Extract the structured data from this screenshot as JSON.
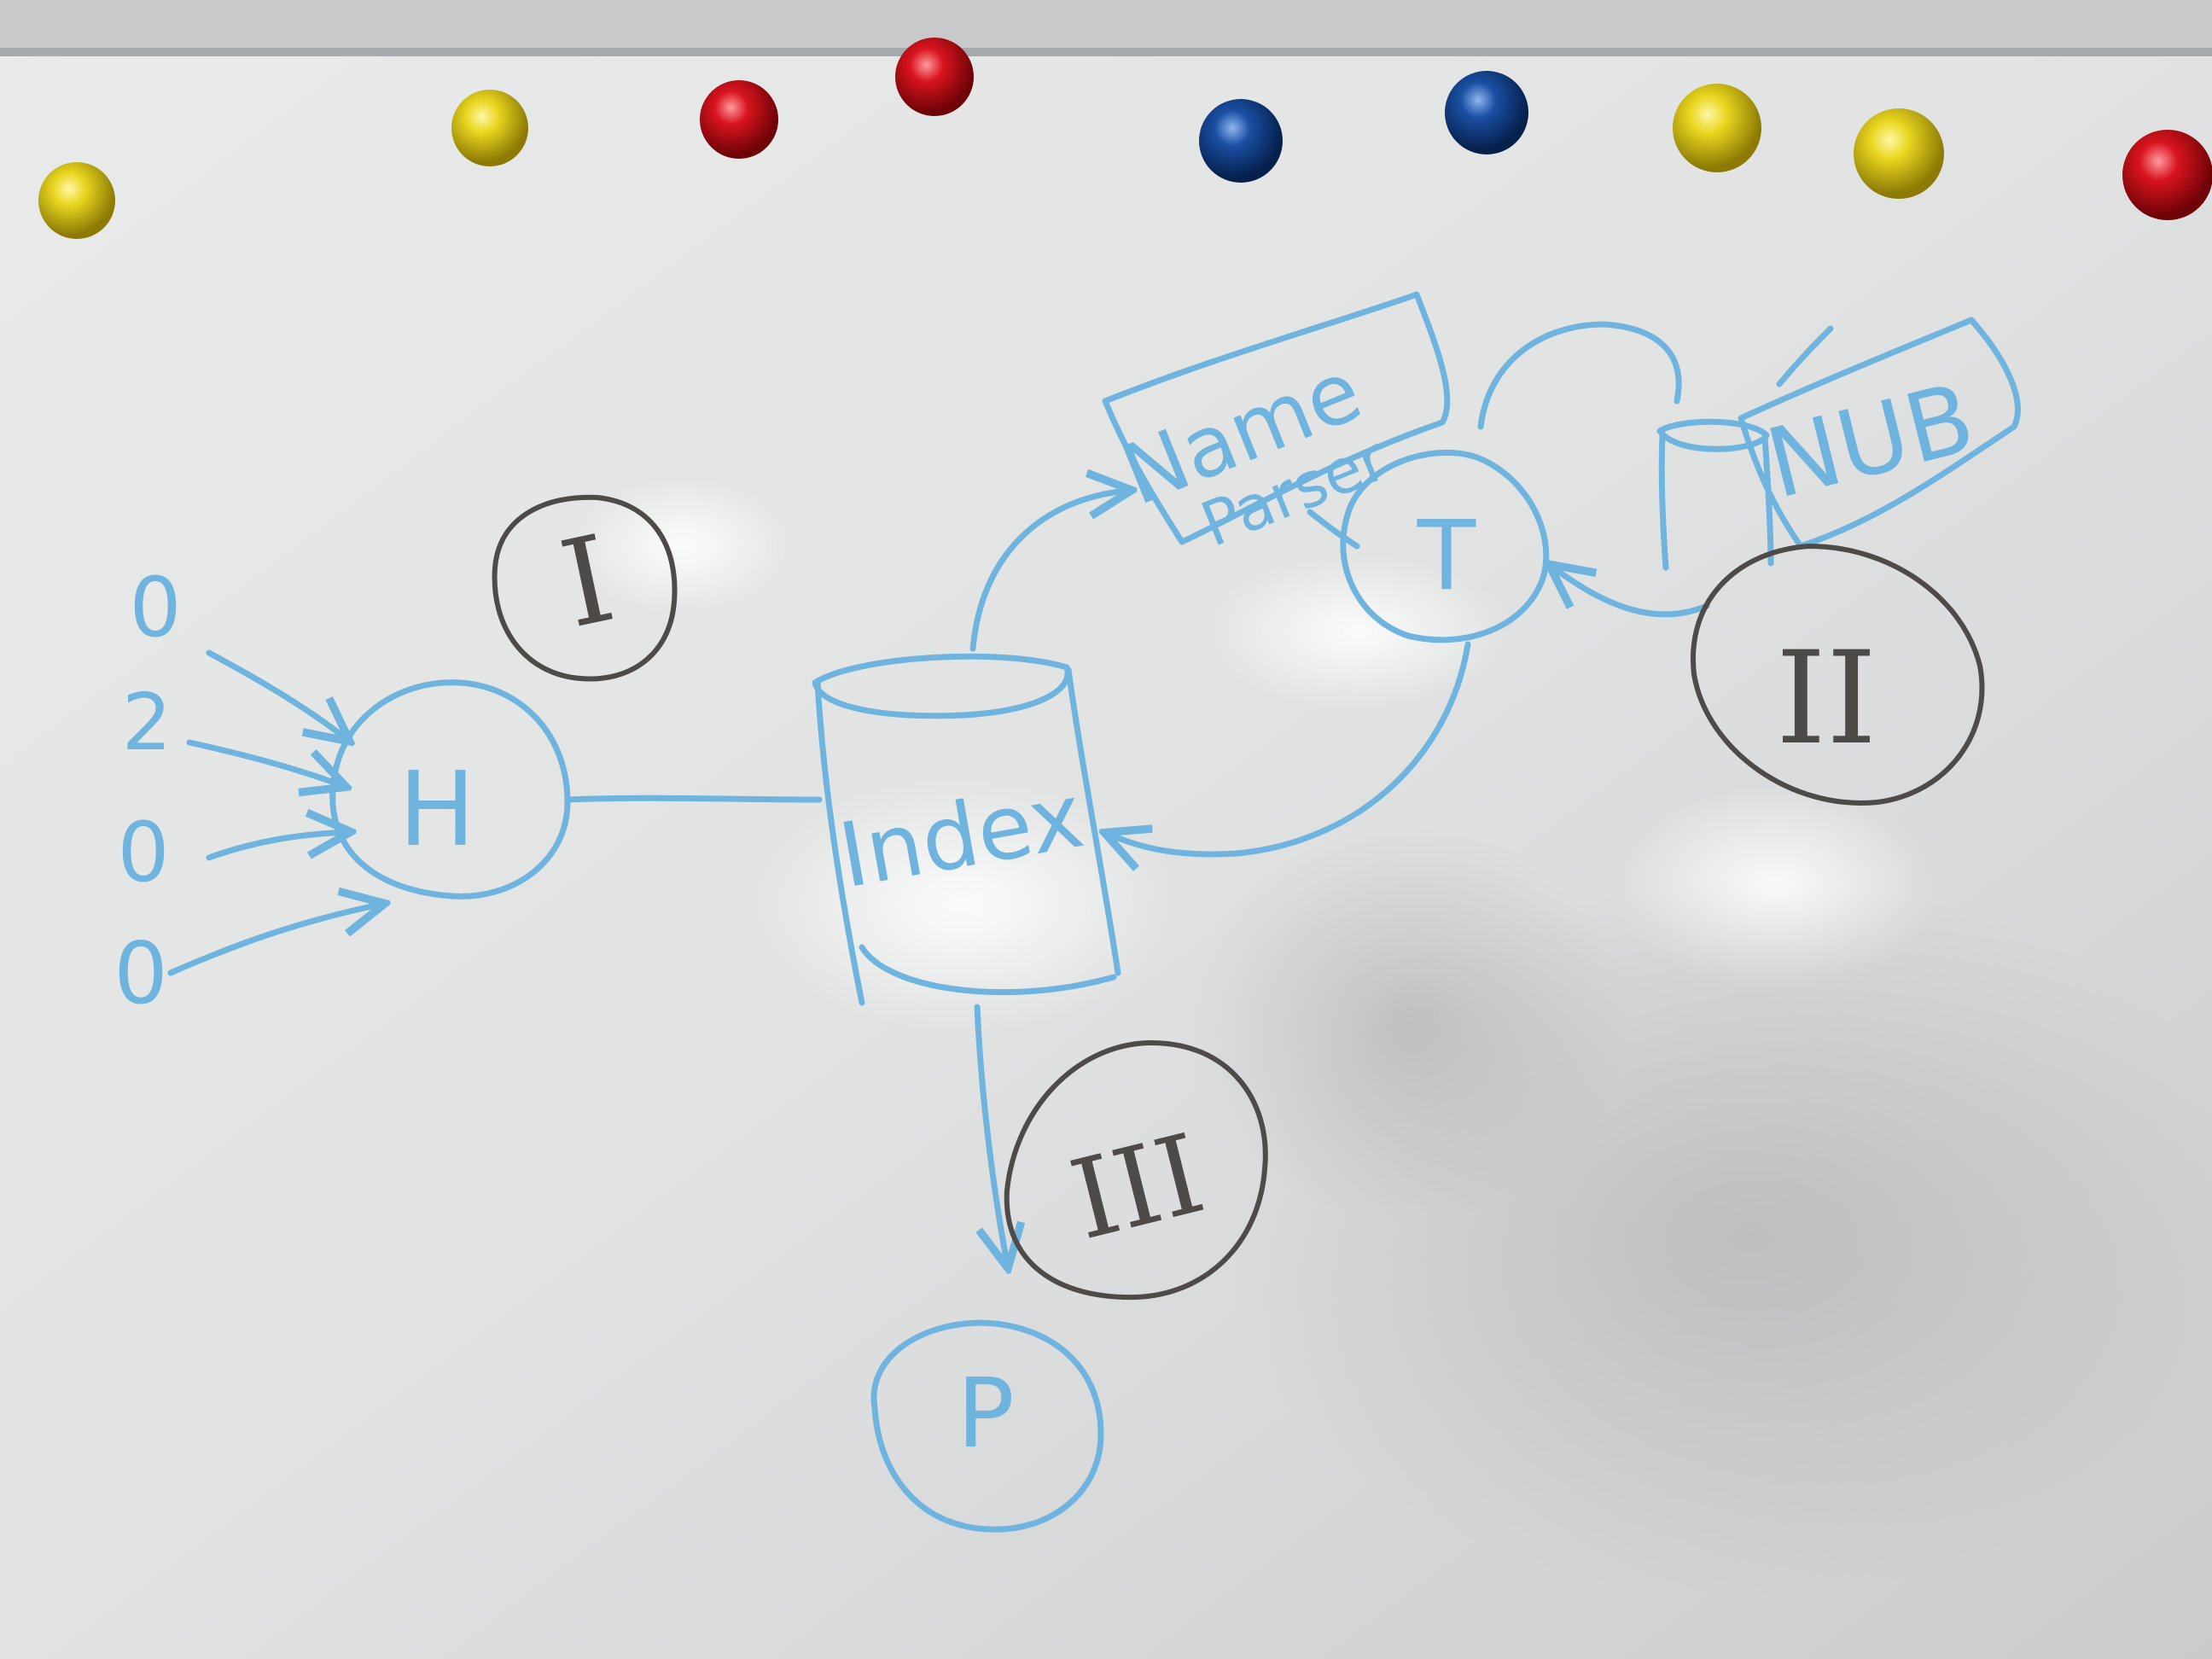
{
  "board": {
    "nodes": {
      "h": {
        "label": "H"
      },
      "index": {
        "label": "Index"
      },
      "name_parser": {
        "line1": "Name",
        "line2": "Parser"
      },
      "t": {
        "label": "T"
      },
      "nub": {
        "label": "NUB"
      },
      "p": {
        "label": "P"
      }
    },
    "inputs": [
      "0",
      "2",
      "0",
      "0"
    ],
    "phases": [
      {
        "label": "I"
      },
      {
        "label": "II"
      },
      {
        "label": "III"
      }
    ]
  },
  "colors": {
    "marker_blue": "#6fb4df",
    "marker_gray": "#4e4a48",
    "magnet_yellow": "#e3d21d",
    "magnet_red": "#d8111b",
    "magnet_blue": "#11469a"
  },
  "magnets": [
    "yellow",
    "yellow",
    "red",
    "red",
    "blue",
    "blue",
    "yellow",
    "yellow",
    "red"
  ]
}
